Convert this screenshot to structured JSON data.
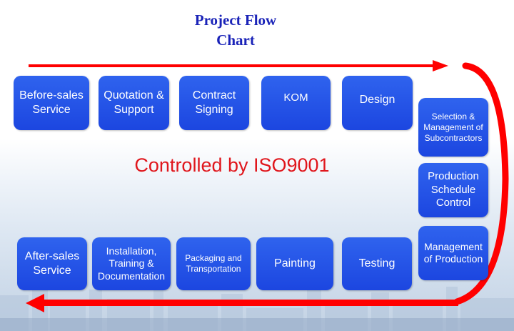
{
  "title": [
    "Project Flow",
    "Chart"
  ],
  "center_label": "Controlled by ISO9001",
  "colors": {
    "box": "#1f4ce6",
    "arrow": "#ff0000",
    "title": "#1a23b8",
    "center_text": "#e0161c"
  },
  "top_row": [
    "Before-sales Service",
    "Quotation & Support",
    "Contract Signing",
    "KOM",
    "Design"
  ],
  "right_column": [
    "Selection & Management of Subcontractors",
    "Production Schedule Control",
    "Management of Production"
  ],
  "bottom_row": [
    "After-sales Service",
    "Installation, Training & Documentation",
    "Packaging and Transportation",
    "Painting",
    "Testing"
  ]
}
